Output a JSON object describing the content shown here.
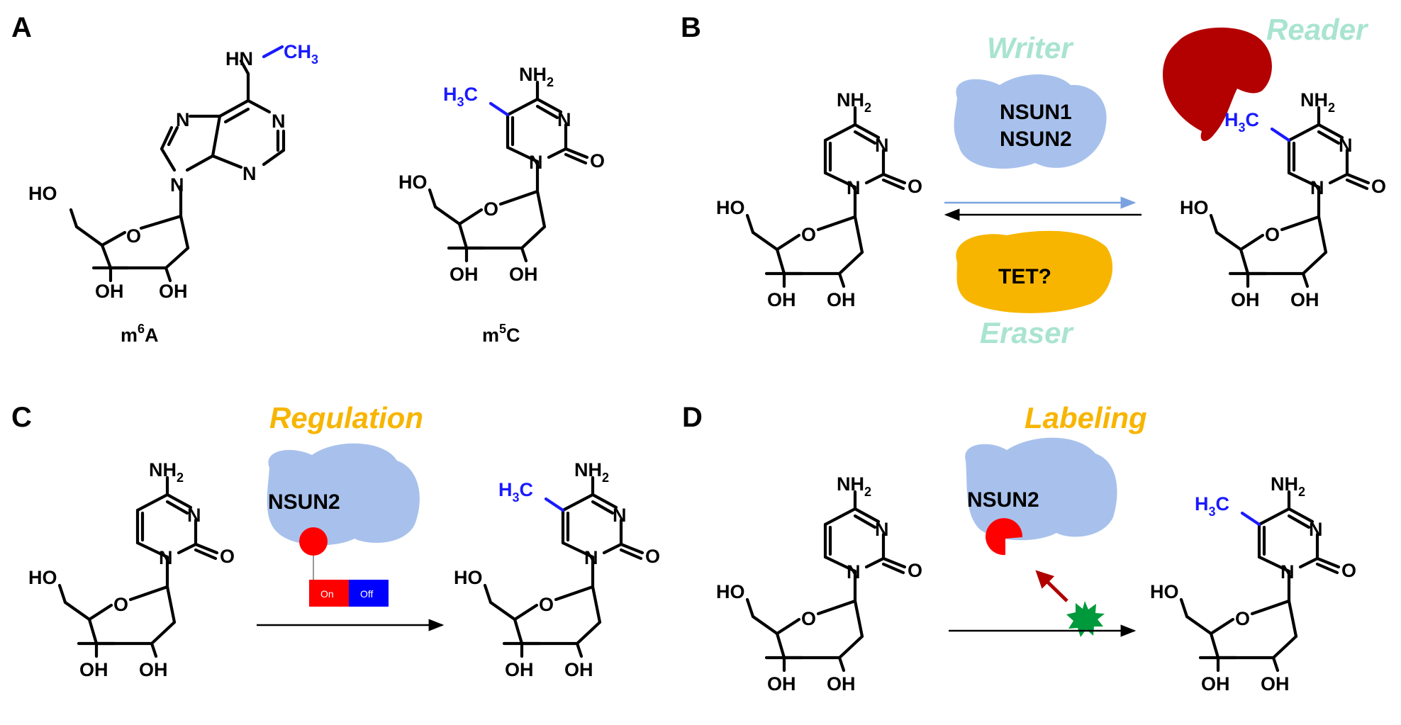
{
  "panels": {
    "a": "A",
    "b": "B",
    "c": "C",
    "d": "D"
  },
  "atoms": {
    "n": "N",
    "o": "O",
    "ho": "HO",
    "oh": "OH",
    "hn": "HN",
    "ch3_main": "CH",
    "nh2_main": "NH",
    "h3c_main": "H",
    "c": "C",
    "sub2": "2",
    "sub3": "3"
  },
  "panel_a": {
    "m6a_base": "m",
    "m6a_sup": "6",
    "m6a_end": "A",
    "m5c_base": "m",
    "m5c_sup": "5",
    "m5c_end": "C"
  },
  "panel_b": {
    "writer": "Writer",
    "reader": "Reader",
    "eraser": "Eraser",
    "writer_enzymes": [
      "NSUN1",
      "NSUN2"
    ],
    "eraser_enzyme": "TET?"
  },
  "panel_c": {
    "title": "Regulation",
    "enzyme": "NSUN2",
    "switch_on": "On",
    "switch_off": "Off"
  },
  "panel_d": {
    "title": "Labeling",
    "enzyme": "NSUN2"
  },
  "colors": {
    "methyl": "#1a1aff",
    "role_label": "#a9e4d0",
    "title": "#f7b500",
    "enzyme": "#a8c1ec",
    "reader": "#b30000",
    "eraser": "#f7b500",
    "red": "#ff0000",
    "blue": "#0000ff",
    "green": "#009a3c",
    "arrow_blue": "#7aa2e0",
    "dark_red": "#b00000"
  }
}
